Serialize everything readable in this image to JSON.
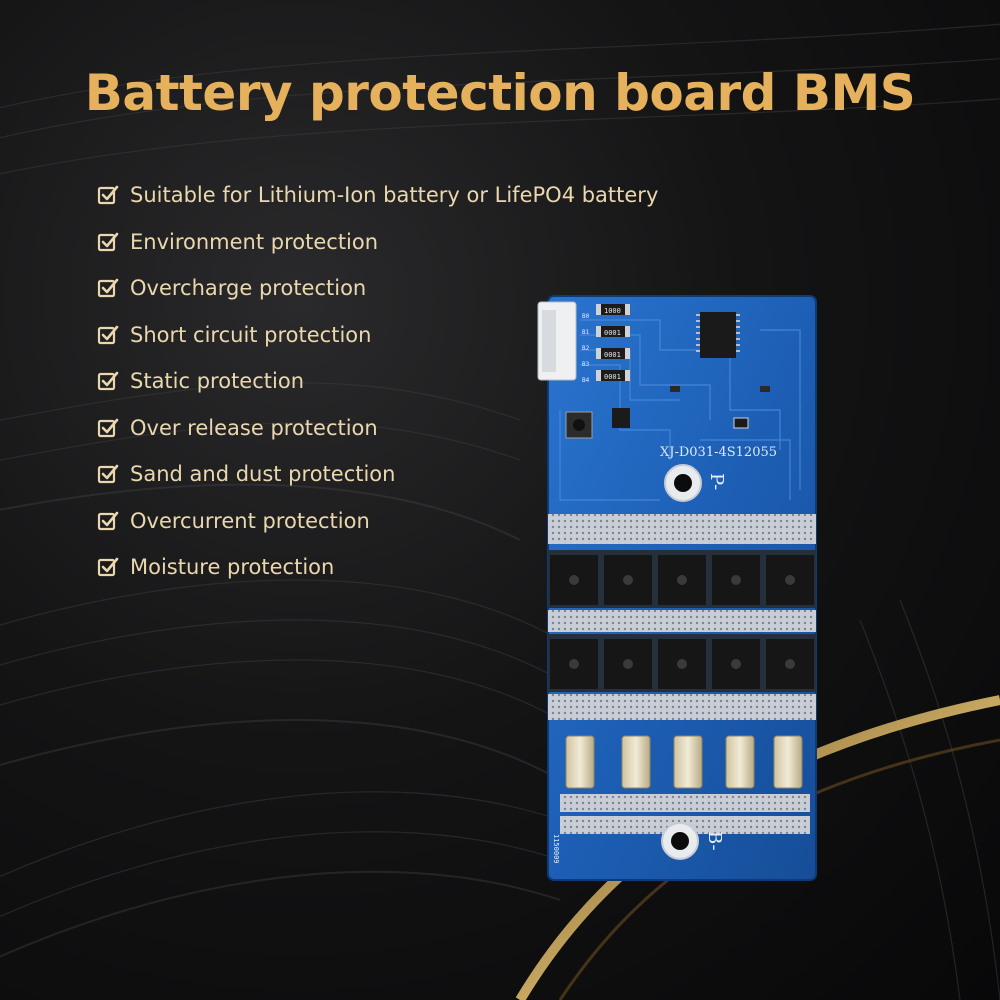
{
  "title": "Battery protection board BMS",
  "features": [
    "Suitable for Lithium-Ion battery or LifePO4 battery",
    "Environment protection",
    "Overcharge protection",
    "Short circuit protection",
    "Static protection",
    "Over release protection",
    "Sand and dust protection",
    "Overcurrent protection",
    "Moisture protection"
  ],
  "board": {
    "model": "XJ-D031-4S12055",
    "p_terminal": "P-",
    "b_terminal": "B-",
    "serial": "1150009",
    "pin_labels": [
      "B0",
      "B1",
      "B2",
      "B3",
      "B4"
    ],
    "resistor_codes": [
      "1000",
      "0001",
      "0001",
      "0001"
    ]
  },
  "colors": {
    "accent_gold": "#e6b15c",
    "feature_text": "#ead7ae",
    "pcb_blue": "#1f5fb4",
    "background": "#0b0b0c"
  },
  "icons": {
    "feature_bullet": "checkbox-check-icon"
  }
}
